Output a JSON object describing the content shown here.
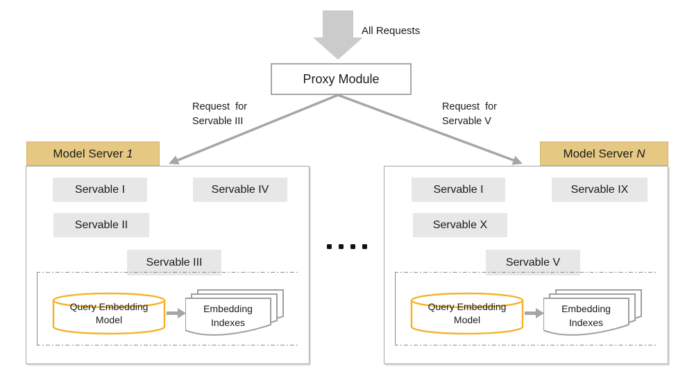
{
  "top": {
    "all_requests": "All Requests",
    "proxy": "Proxy Module"
  },
  "routes": {
    "left": {
      "line1": "Request  for",
      "line2": "Servable III"
    },
    "right": {
      "line1": "Request  for",
      "line2": "Servable V"
    }
  },
  "separator": {
    "dots_icon": "four-dots-ellipsis"
  },
  "servers": [
    {
      "title_prefix": "Model Server ",
      "title_suffix": "1",
      "servable_a": "Servable I",
      "servable_b": "Servable IV",
      "servable_c": "Servable II",
      "servable_d": "Servable III",
      "cylinder": {
        "line1": "Query Embedding",
        "line2": "Model"
      },
      "docs": {
        "line1": "Embedding",
        "line2": "Indexes"
      }
    },
    {
      "title_prefix": "Model Server ",
      "title_suffix": "N",
      "servable_a": "Servable I",
      "servable_b": "Servable IX",
      "servable_c": "Servable X",
      "servable_d": "Servable V",
      "cylinder": {
        "line1": "Query Embedding",
        "line2": "Model"
      },
      "docs": {
        "line1": "Embedding",
        "line2": "Indexes"
      }
    }
  ],
  "colors": {
    "tab_tan": "#E5C983",
    "cylinder_amber": "#F5B32B",
    "servable_gray": "#E7E7E7",
    "block_arrow_gray": "#CBCBCB",
    "line_gray": "#A6A6A6"
  }
}
